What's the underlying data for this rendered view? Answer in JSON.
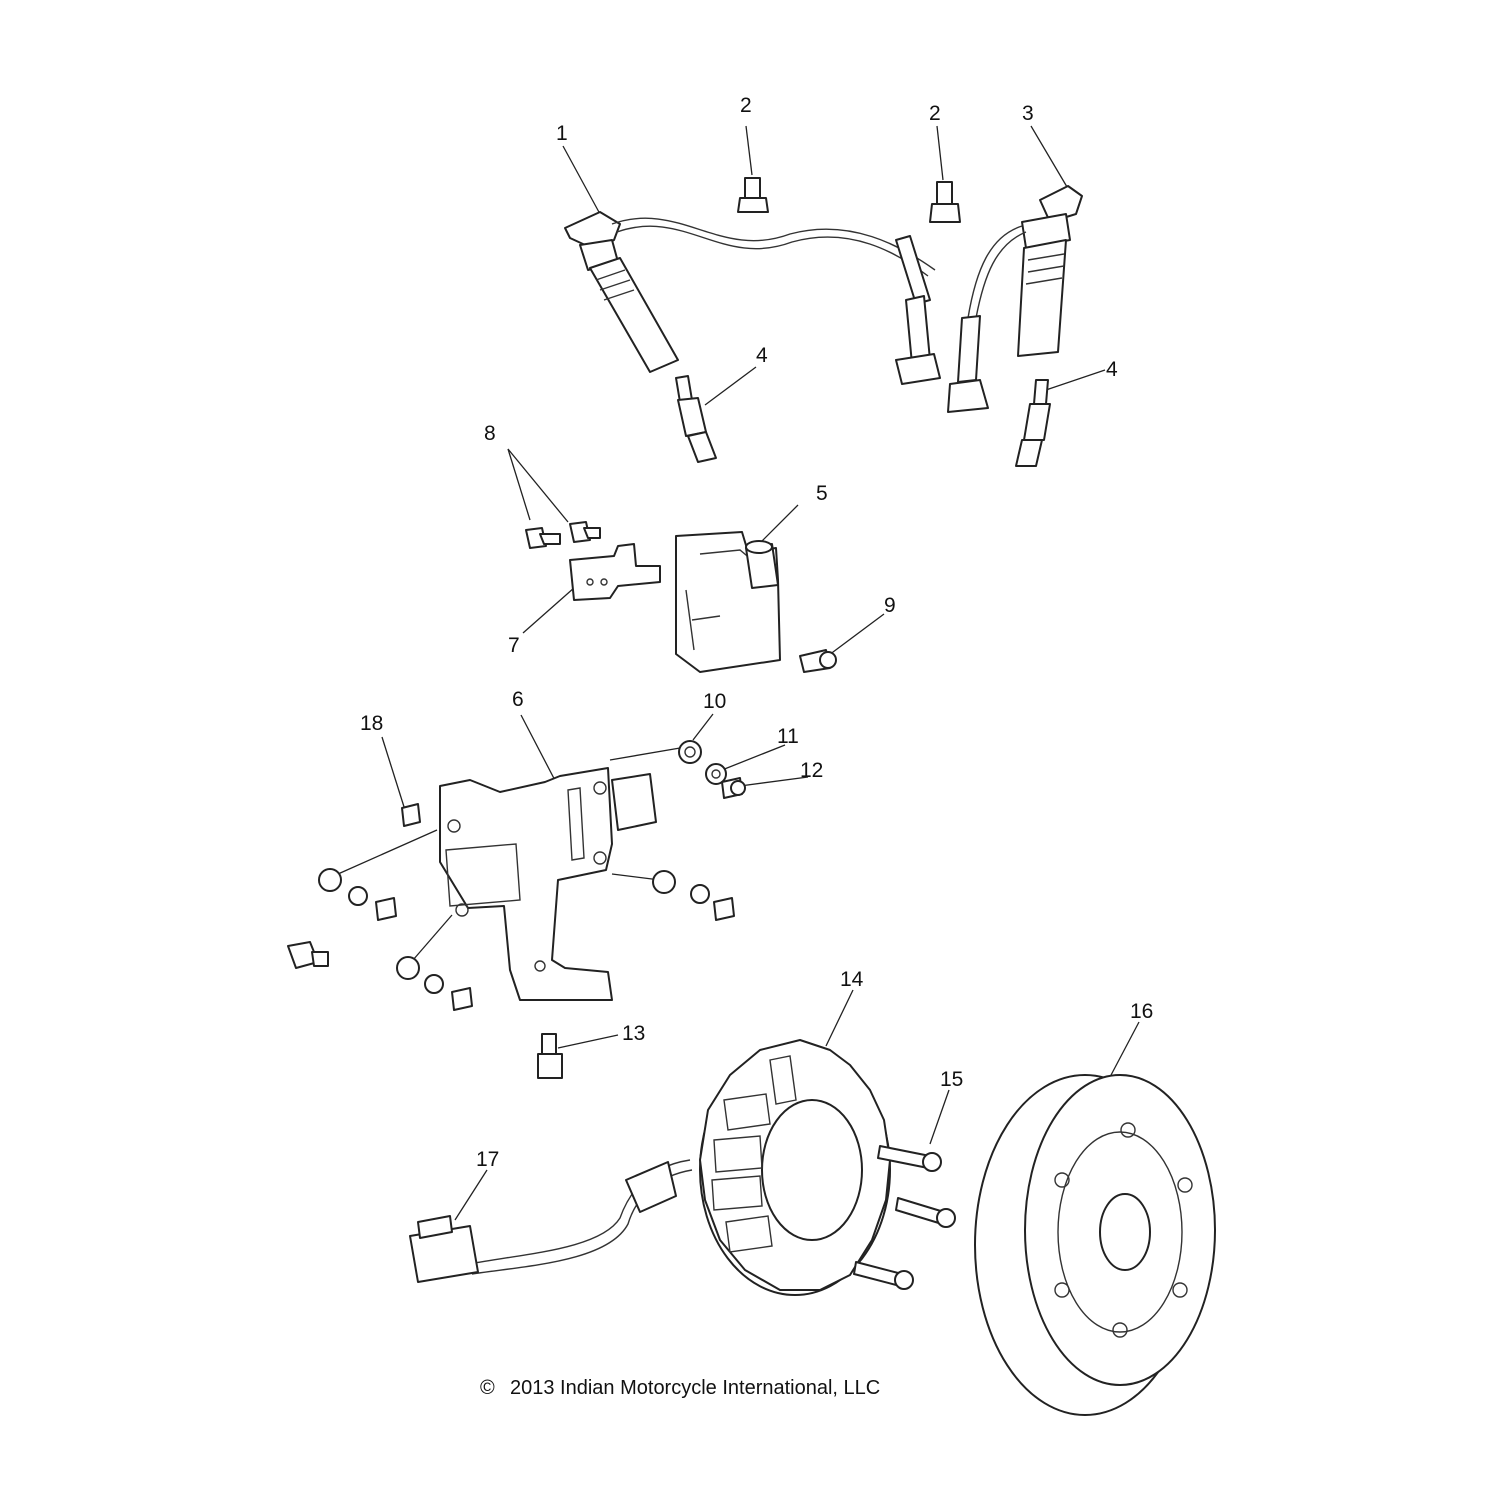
{
  "diagram": {
    "callouts": [
      {
        "id": "callout-1",
        "text": "1"
      },
      {
        "id": "callout-2a",
        "text": "2"
      },
      {
        "id": "callout-2b",
        "text": "2"
      },
      {
        "id": "callout-3",
        "text": "3"
      },
      {
        "id": "callout-4a",
        "text": "4"
      },
      {
        "id": "callout-4b",
        "text": "4"
      },
      {
        "id": "callout-5",
        "text": "5"
      },
      {
        "id": "callout-6",
        "text": "6"
      },
      {
        "id": "callout-7",
        "text": "7"
      },
      {
        "id": "callout-8",
        "text": "8"
      },
      {
        "id": "callout-9",
        "text": "9"
      },
      {
        "id": "callout-10",
        "text": "10"
      },
      {
        "id": "callout-11",
        "text": "11"
      },
      {
        "id": "callout-12",
        "text": "12"
      },
      {
        "id": "callout-13",
        "text": "13"
      },
      {
        "id": "callout-14",
        "text": "14"
      },
      {
        "id": "callout-15",
        "text": "15"
      },
      {
        "id": "callout-16",
        "text": "16"
      },
      {
        "id": "callout-17",
        "text": "17"
      },
      {
        "id": "callout-18",
        "text": "18"
      }
    ],
    "copyright_symbol": "©",
    "copyright": "2013 Indian Motorcycle International, LLC"
  }
}
